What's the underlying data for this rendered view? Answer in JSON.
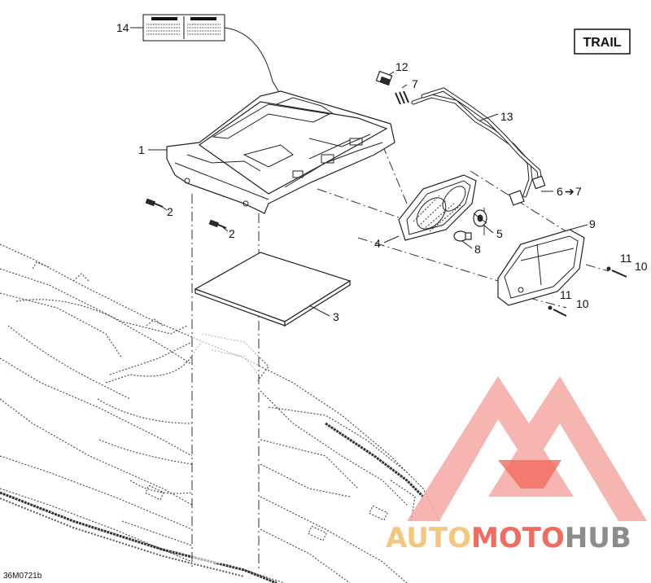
{
  "variant_label": "TRAIL",
  "diagram_code": "36M0721b",
  "watermark": {
    "prefix": "AUTO",
    "middle": "MOTO",
    "suffix": "HUB",
    "colors": {
      "primary": "#f5a8a2",
      "accent": "#f26b5f",
      "gold": "#f5c77e",
      "gray": "#8c8c8c"
    }
  },
  "callouts": {
    "c1": "1",
    "c2a": "2",
    "c2b": "2",
    "c3": "3",
    "c4": "4",
    "c5": "5",
    "c6": "6",
    "c6_arrow": "➔",
    "c6_ref": "7",
    "c7": "7",
    "c8": "8",
    "c9": "9",
    "c10a": "10",
    "c10b": "10",
    "c11a": "11",
    "c11b": "11",
    "c12": "12",
    "c13": "13",
    "c14": "14"
  }
}
